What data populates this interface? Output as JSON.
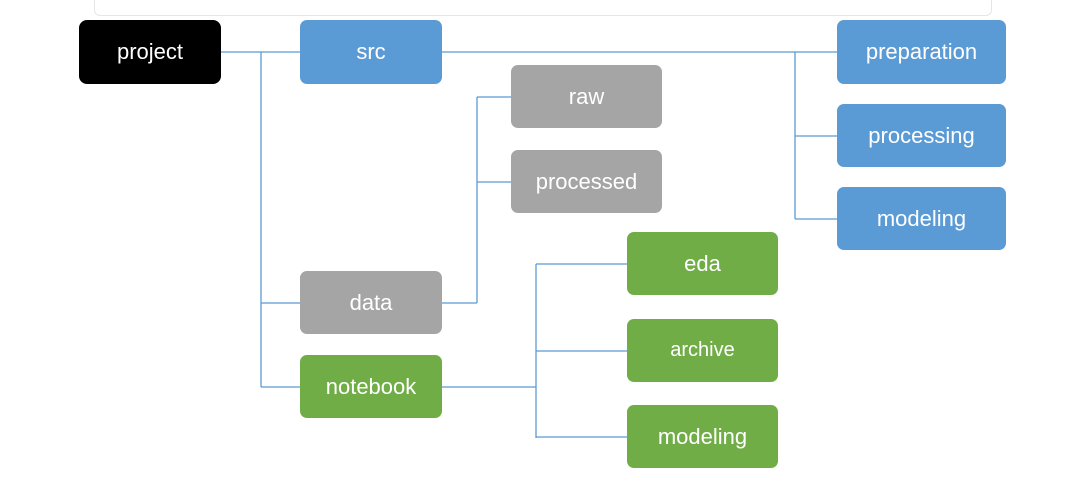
{
  "colors": {
    "root": "#000000",
    "blue": "#5b9bd5",
    "gray": "#a5a5a5",
    "green": "#70ad47",
    "connector": "#5b9bd5"
  },
  "nodes": {
    "project": "project",
    "src": "src",
    "data": "data",
    "notebook": "notebook",
    "raw": "raw",
    "processed": "processed",
    "preparation": "preparation",
    "processing": "processing",
    "src_modeling": "modeling",
    "eda": "eda",
    "archive": "archive",
    "notebook_modeling": "modeling"
  }
}
